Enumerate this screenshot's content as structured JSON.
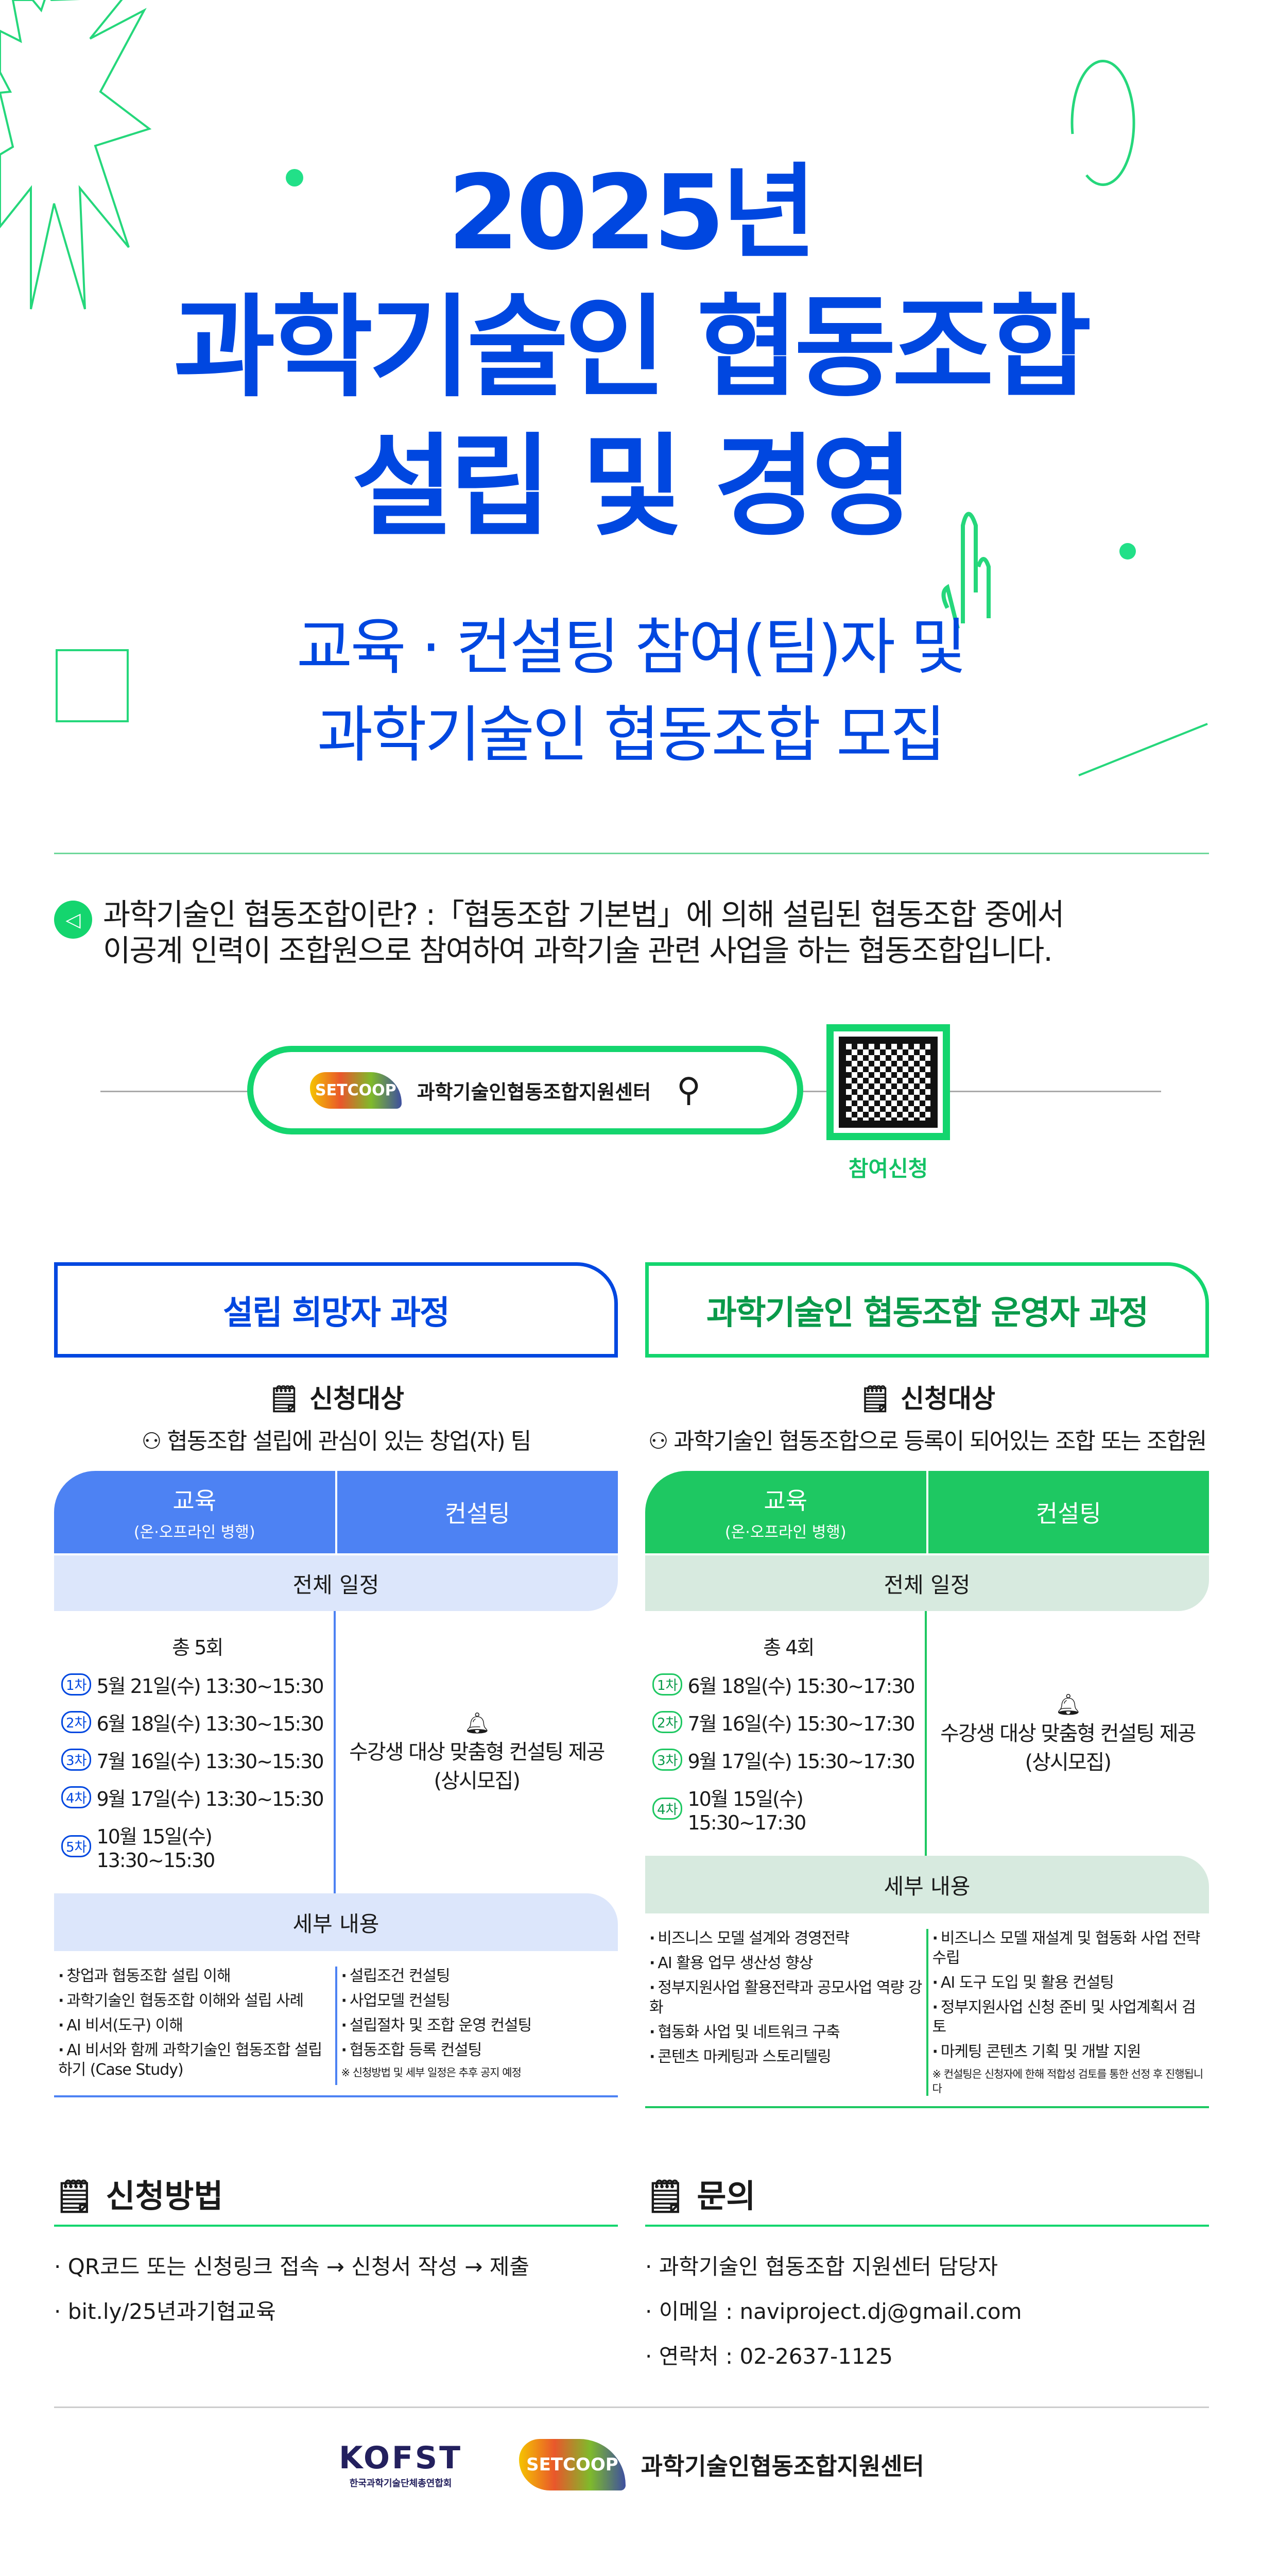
{
  "header": {
    "year": "2025년",
    "title_line1": "과학기술인 협동조합",
    "title_line2": "설립 및 경영",
    "subtitle_line1": "교육 · 컨설팅 참여(팀)자 및",
    "subtitle_line2": "과학기술인 협동조합 모집"
  },
  "intro": {
    "line1": "과학기술인 협동조합이란? :「협동조합 기본법」에 의해 설립된 협동조합 중에서",
    "line2": "이공계 인력이 조합원으로 참여하여 과학기술 관련 사업을 하는 협동조합입니다."
  },
  "search": {
    "logo_text": "SETCOOP",
    "query": "과학기술인협동조합지원센터"
  },
  "qr": {
    "label": "참여신청"
  },
  "courses": [
    {
      "title": "설립 희망자 과정",
      "target_heading": "신청대상",
      "target": "협동조합 설립에 관심이 있는 창업(자) 팀",
      "col_edu": "교육",
      "col_edu_note": "(온·오프라인 병행)",
      "col_consult": "컨설팅",
      "schedule_label": "전체 일정",
      "total": "총 5회",
      "sessions": [
        {
          "n": "1차",
          "t": "5월 21일(수) 13:30~15:30"
        },
        {
          "n": "2차",
          "t": "6월 18일(수) 13:30~15:30"
        },
        {
          "n": "3차",
          "t": "7월 16일(수) 13:30~15:30"
        },
        {
          "n": "4차",
          "t": "9월 17일(수) 13:30~15:30"
        },
        {
          "n": "5차",
          "t": "10월 15일(수) 13:30~15:30"
        }
      ],
      "consult_line1": "수강생 대상 맞춤형 컨설팅 제공",
      "consult_line2": "(상시모집)",
      "detail_label": "세부 내용",
      "edu_details": [
        "창업과 협동조합 설립 이해",
        "과학기술인 협동조합 이해와 설립 사례",
        "AI 비서(도구) 이해",
        "AI 비서와 함께 과학기술인 협동조합 설립하기 (Case Study)"
      ],
      "consult_details": [
        "설립조건 컨설팅",
        "사업모델 컨설팅",
        "설립절차 및 조합 운영 컨설팅",
        "협동조합 등록 컨설팅"
      ],
      "note": "※ 신청방법 및 세부 일정은 추후 공지 예정"
    },
    {
      "title": "과학기술인 협동조합 운영자 과정",
      "target_heading": "신청대상",
      "target": "과학기술인 협동조합으로 등록이 되어있는 조합 또는 조합원",
      "col_edu": "교육",
      "col_edu_note": "(온·오프라인 병행)",
      "col_consult": "컨설팅",
      "schedule_label": "전체 일정",
      "total": "총 4회",
      "sessions": [
        {
          "n": "1차",
          "t": "6월 18일(수) 15:30~17:30"
        },
        {
          "n": "2차",
          "t": "7월 16일(수) 15:30~17:30"
        },
        {
          "n": "3차",
          "t": "9월 17일(수) 15:30~17:30"
        },
        {
          "n": "4차",
          "t": "10월 15일(수) 15:30~17:30"
        }
      ],
      "consult_line1": "수강생 대상 맞춤형 컨설팅 제공",
      "consult_line2": "(상시모집)",
      "detail_label": "세부 내용",
      "edu_details": [
        "비즈니스 모델 설계와 경영전략",
        "AI 활용 업무 생산성 향상",
        "정부지원사업 활용전략과 공모사업 역량 강화",
        "협동화 사업 및 네트워크 구축",
        "콘텐츠 마케팅과 스토리텔링"
      ],
      "consult_details": [
        "비즈니스 모델 재설계 및 협동화 사업 전략 수립",
        "AI 도구 도입 및 활용 컨설팅",
        "정부지원사업 신청 준비 및 사업계획서 검토",
        "마케팅 콘텐츠 기획 및 개발 지원"
      ],
      "note": "※ 컨설팅은 신청자에 한해 적합성 검토를 통한 선정 후 진행됩니다"
    }
  ],
  "apply": {
    "title": "신청방법",
    "items": [
      "· QR코드 또는 신청링크 접속 → 신청서 작성 → 제출",
      "· bit.ly/25년과기협교육"
    ]
  },
  "contact": {
    "title": "문의",
    "items": [
      "· 과학기술인 협동조합 지원센터 담당자",
      "· 이메일 : naviproject.dj@gmail.com",
      "· 연락처 : 02-2637-1125"
    ]
  },
  "footer": {
    "kofst_logo": "KOFST",
    "kofst_name": "한국과학기술단체총연합회",
    "setcoop_logo": "SETCOOP",
    "setcoop_name": "과학기술인협동조합지원센터"
  },
  "colors": {
    "blue": "#0047e0",
    "green": "#14d56e",
    "table_blue": "#4d82f3",
    "light_blue": "#dce6fb",
    "table_green": "#1ec862",
    "light_green": "#d7eadf"
  }
}
